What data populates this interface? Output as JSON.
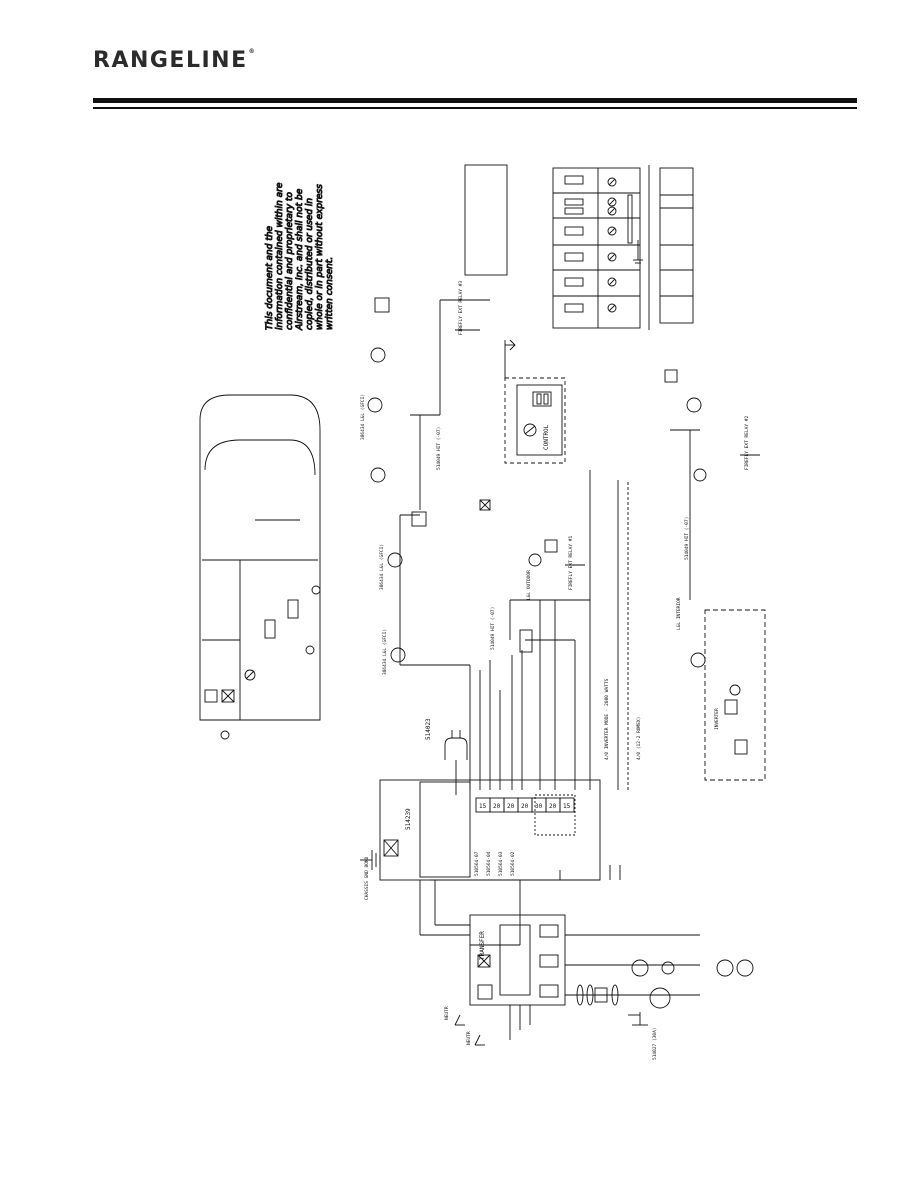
{
  "header": {
    "brand": "RANGELINE",
    "trademark": "®"
  },
  "notice": {
    "lines": [
      "This document and the",
      "information contained within are",
      "confidential and proprietary to",
      "Airstream, Inc. and shall not be",
      "copied, distributed or used in",
      "whole or in part without express",
      "written consent."
    ]
  },
  "diagram": {
    "panel_breakers": [
      "15",
      "20",
      "20",
      "20",
      "30",
      "20",
      "15"
    ],
    "panel_part": "514239",
    "labels": {
      "cord": "514023",
      "inverter": "INVERTER",
      "control": "CONTROL",
      "transfer": "TRANSFER",
      "firefly_1": "FIREFLY EXT RELAY #3",
      "firefly_2": "FIREFLY EXT RELAY #1",
      "firefly_3": "FIREFLY EXT RELAY #2",
      "gfci_1": "386434 L&L (GFCI)",
      "gfci_2": "386434 L&L (GFCI)",
      "gfci_3": "386434 L&L (GFCI)",
      "gfi_recept": "514049 HIT (-07)",
      "gfi_recept_2": "514049 HIT (-07)",
      "gfi_recept_3": "514049 HIT (-07)",
      "breaker_1": "510564-07",
      "breaker_2": "510564-04",
      "breaker_3": "510564-03",
      "breaker_4": "510564-02",
      "chassis": "CHASSIS GND BOND",
      "neutral_1": "NEUTR",
      "neutral_2": "NEUTR",
      "shore": "514027 (30A)",
      "inverter_note": "4/0 INVERTER MODE - 2000 WATTS",
      "note_a": "L&L OUTDOOR",
      "note_b": "L&L INTERIOR",
      "wire_cable": "4/0 (12-2 ROMEX)"
    }
  }
}
